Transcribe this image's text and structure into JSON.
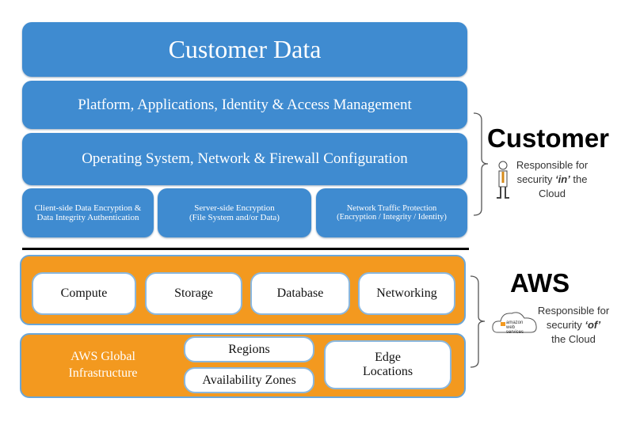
{
  "customer_stack": {
    "customer_data": "Customer Data",
    "platform": "Platform, Applications, Identity & Access Management",
    "os": "Operating System, Network & Firewall Configuration",
    "client_side": "Client-side Data Encryption & Data Integrity Authentication",
    "server_side": [
      "Server-side Encryption",
      "(File System and/or Data)"
    ],
    "network": [
      "Network Traffic Protection",
      "(Encryption / Integrity / Identity)"
    ]
  },
  "aws_stack": {
    "services": [
      "Compute",
      "Storage",
      "Database",
      "Networking"
    ],
    "global_infra": "AWS Global Infrastructure",
    "regions": "Regions",
    "azs": "Availability Zones",
    "edge": [
      "Edge",
      "Locations"
    ]
  },
  "labels": {
    "customer_title": "Customer",
    "customer_desc": [
      "Responsible for",
      "security ",
      "‘in’",
      " the",
      "Cloud"
    ],
    "aws_title": "AWS",
    "aws_desc": [
      "Responsible for",
      "security ",
      "‘of’",
      "the Cloud"
    ],
    "aws_logo": "amazon web services"
  },
  "colors": {
    "blue": "#3f8bd0",
    "orange": "#f3991f"
  }
}
